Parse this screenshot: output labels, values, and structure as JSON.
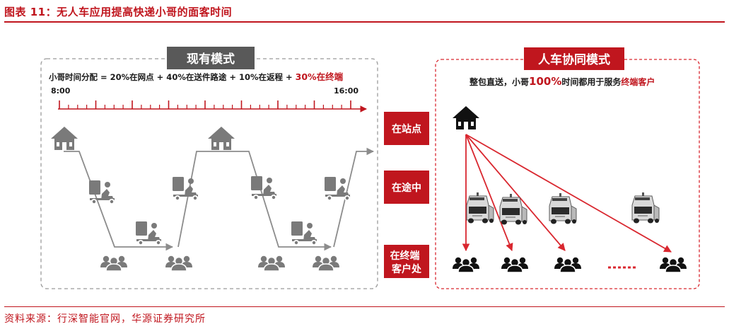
{
  "figure": {
    "title": "图表 11：无人车应用提高快递小哥的面客时间",
    "source": "资料来源：行深智能官网，华源证券研究所"
  },
  "current_mode": {
    "header": "现有模式",
    "allocation": {
      "prefix": "小哥时间分配 = 20%在网点 + 40%在送件路途 + 10%在返程 + ",
      "highlight": "30%在终端"
    },
    "time_start": "8:00",
    "time_end": "16:00"
  },
  "collab_mode": {
    "header": "人车协同模式",
    "desc": {
      "prefix": "整包直送，小哥",
      "percent": "100%",
      "middle": "时间都用于服务",
      "highlight": "终端客户"
    }
  },
  "stages": [
    "在站点",
    "在途中",
    "在终端\n客户处"
  ],
  "icons": {
    "station": "house-icon",
    "courier": "courier-scooter-icon",
    "customers": "customer-group-icon",
    "vehicle": "delivery-van-icon"
  },
  "colors": {
    "accent": "#c0161e",
    "arrow": "#d9272f",
    "path_gray": "#8c8c8c",
    "icon_gray": "#7a7a7a",
    "header_gray": "#595959",
    "dark": "#1a1a1a"
  }
}
